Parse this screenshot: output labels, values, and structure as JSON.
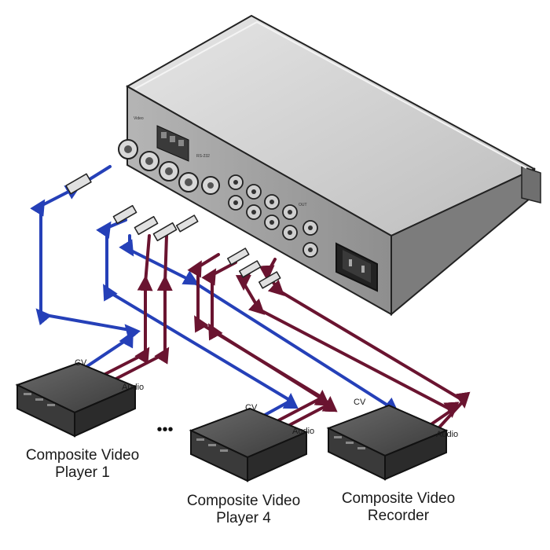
{
  "devices": [
    {
      "name": "Composite Video",
      "sub": "Player 1",
      "cv_label": "CV",
      "audio_label": "Audio"
    },
    {
      "name": "Composite Video",
      "sub": "Player 4",
      "cv_label": "CV",
      "audio_label": "Audio"
    },
    {
      "name": "Composite Video",
      "sub": "Recorder",
      "cv_label": "CV",
      "audio_label": "Audio"
    }
  ],
  "ellipsis": "•••",
  "switcher": {
    "panel_label_1": "Video",
    "panel_label_2": "OUT",
    "panel_label_3": "RS-232"
  },
  "colors": {
    "video_cable": "#2540b8",
    "audio_cable": "#6a1430",
    "chassis_top": "#d4d4d4",
    "chassis_front": "#9a9a9a"
  }
}
